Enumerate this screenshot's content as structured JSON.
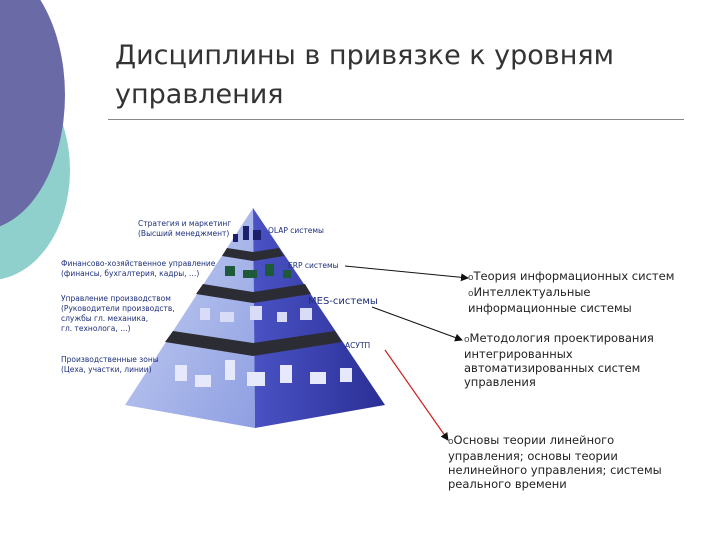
{
  "slide": {
    "title_line1": "Дисциплины в привязке к уровням",
    "title_line2": "управления"
  },
  "pyramid": {
    "levels": [
      {
        "line1": "Стратегия и маркетинг",
        "line2": "(Высший менеджмент)"
      },
      {
        "line1": "Финансово-хозяйственное управление",
        "line2": "(финансы, бухгалтерия, кадры, …)"
      },
      {
        "line1": "Управление производством",
        "line2": "(Руководители производств,",
        "line3": "службы гл. механика,",
        "line4": "гл. технолога, …)"
      },
      {
        "line1": "Производственные зоны",
        "line2": "(Цеха, участки, линии)"
      }
    ],
    "systems": {
      "olap": "OLAP системы",
      "erp": "ERP системы",
      "mes": "MES-системы",
      "acutp": "АСУТП"
    }
  },
  "notes": {
    "group1": {
      "item1": "Теория информационных систем",
      "item2_line1": "Интеллектуальные",
      "item2_line2": "информационные системы"
    },
    "group2": {
      "line1": "Методология проектирования",
      "line2": "интегрированных",
      "line3": "автоматизированных систем",
      "line4": "управления"
    },
    "group3": {
      "line1": "Основы теории линейного",
      "line2": "управления; основы теории",
      "line3": "нелинейного управления; системы",
      "line4": "реального времени"
    },
    "bullet_glyph": "o"
  },
  "colors": {
    "deco_purple": "#6a6aa6",
    "deco_teal": "#8fd0cc",
    "pyramid_blue": "#3b3fb5",
    "pyramid_light": "#a8b6ea",
    "band_dark": "#2c2c34",
    "title_text": "#333333"
  }
}
